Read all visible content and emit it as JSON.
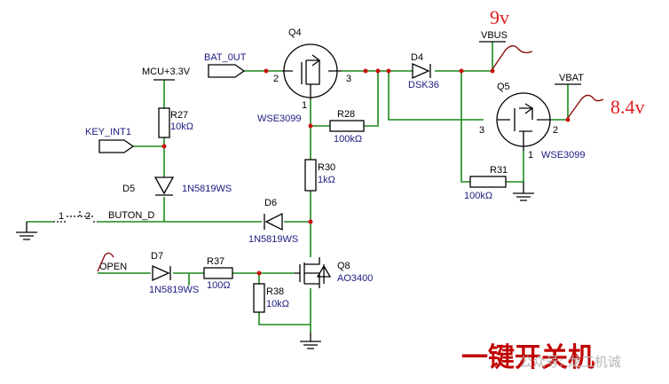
{
  "nets": {
    "mcu": "MCU+3.3V",
    "bat_out": "BAT_0UT",
    "key_int": "KEY_INT1",
    "buton": "BUTON_D",
    "open": "OPEN",
    "vbus": "VBUS",
    "vbat": "VBAT"
  },
  "components": {
    "q4": {
      "ref": "Q4",
      "part": "WSE3099",
      "pin_left": "2",
      "pin_right": "3",
      "pin_bottom": "1"
    },
    "q5": {
      "ref": "Q5",
      "part": "WSE3099",
      "pin_left": "3",
      "pin_right": "2",
      "pin_top": "1"
    },
    "q8": {
      "ref": "Q8",
      "part": "AO3400"
    },
    "d4": {
      "ref": "D4",
      "part": "DSK36"
    },
    "d5": {
      "ref": "D5",
      "part": "1N5819WS"
    },
    "d6": {
      "ref": "D6",
      "part": "1N5819WS"
    },
    "d7": {
      "ref": "D7",
      "part": "1N5819WS"
    },
    "r27": {
      "ref": "R27",
      "value": "10kΩ"
    },
    "r28": {
      "ref": "R28",
      "value": "100kΩ"
    },
    "r30": {
      "ref": "R30",
      "value": "1kΩ"
    },
    "r31": {
      "ref": "R31",
      "value": "100kΩ"
    },
    "r37": {
      "ref": "R37",
      "value": "100Ω"
    },
    "r38": {
      "ref": "R38",
      "value": "10kΩ"
    },
    "sw": {
      "pin1": "1",
      "pin2": "2"
    }
  },
  "annotations": {
    "v_in": "9v",
    "v_bat": "8.4v",
    "title": "一键开关机",
    "watermark": "公众号: 龙工机诚"
  }
}
